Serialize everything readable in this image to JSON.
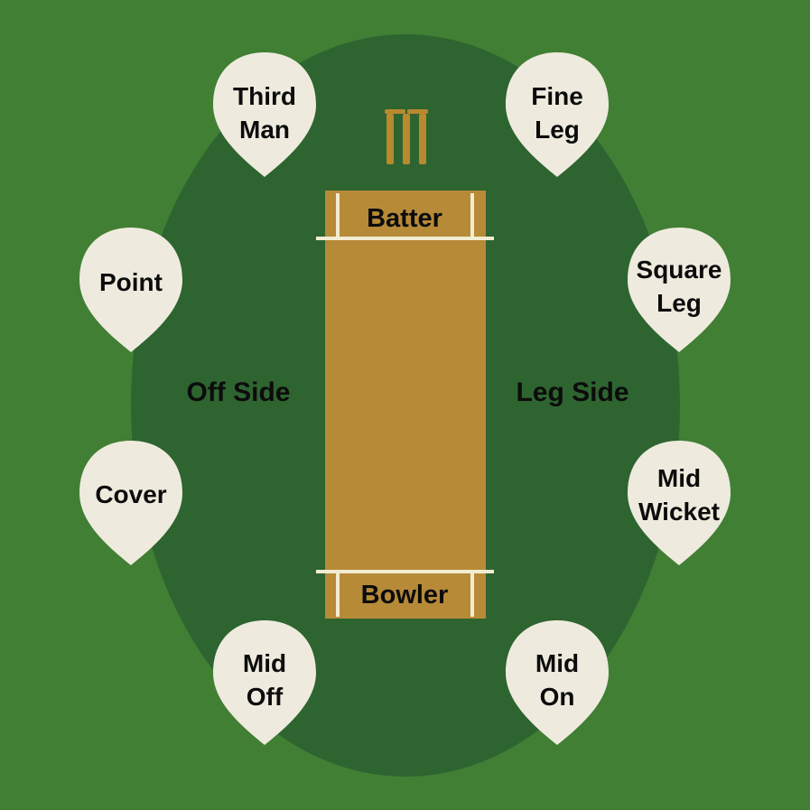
{
  "colors": {
    "outfield": "#417f34",
    "infield": "#2e6430",
    "pitch": "#b78a38",
    "crease": "#f2ecd2",
    "stumps": "#b8892f",
    "marker_fill": "#eeebde",
    "text": "#0c0c0c"
  },
  "pitch": {
    "batter_label": "Batter",
    "bowler_label": "Bowler"
  },
  "sides": {
    "off_label": "Off Side",
    "leg_label": "Leg Side"
  },
  "icons": {
    "stumps": "stumps-icon",
    "marker": "fielder-marker-icon"
  },
  "fielders": [
    {
      "id": "third-man",
      "lines": [
        "Third",
        "Man"
      ]
    },
    {
      "id": "fine-leg",
      "lines": [
        "Fine",
        "Leg"
      ]
    },
    {
      "id": "point",
      "lines": [
        "Point"
      ]
    },
    {
      "id": "square-leg",
      "lines": [
        "Square",
        "Leg"
      ]
    },
    {
      "id": "cover",
      "lines": [
        "Cover"
      ]
    },
    {
      "id": "mid-wicket",
      "lines": [
        "Mid",
        "Wicket"
      ]
    },
    {
      "id": "mid-off",
      "lines": [
        "Mid",
        "Off"
      ]
    },
    {
      "id": "mid-on",
      "lines": [
        "Mid",
        "On"
      ]
    }
  ]
}
